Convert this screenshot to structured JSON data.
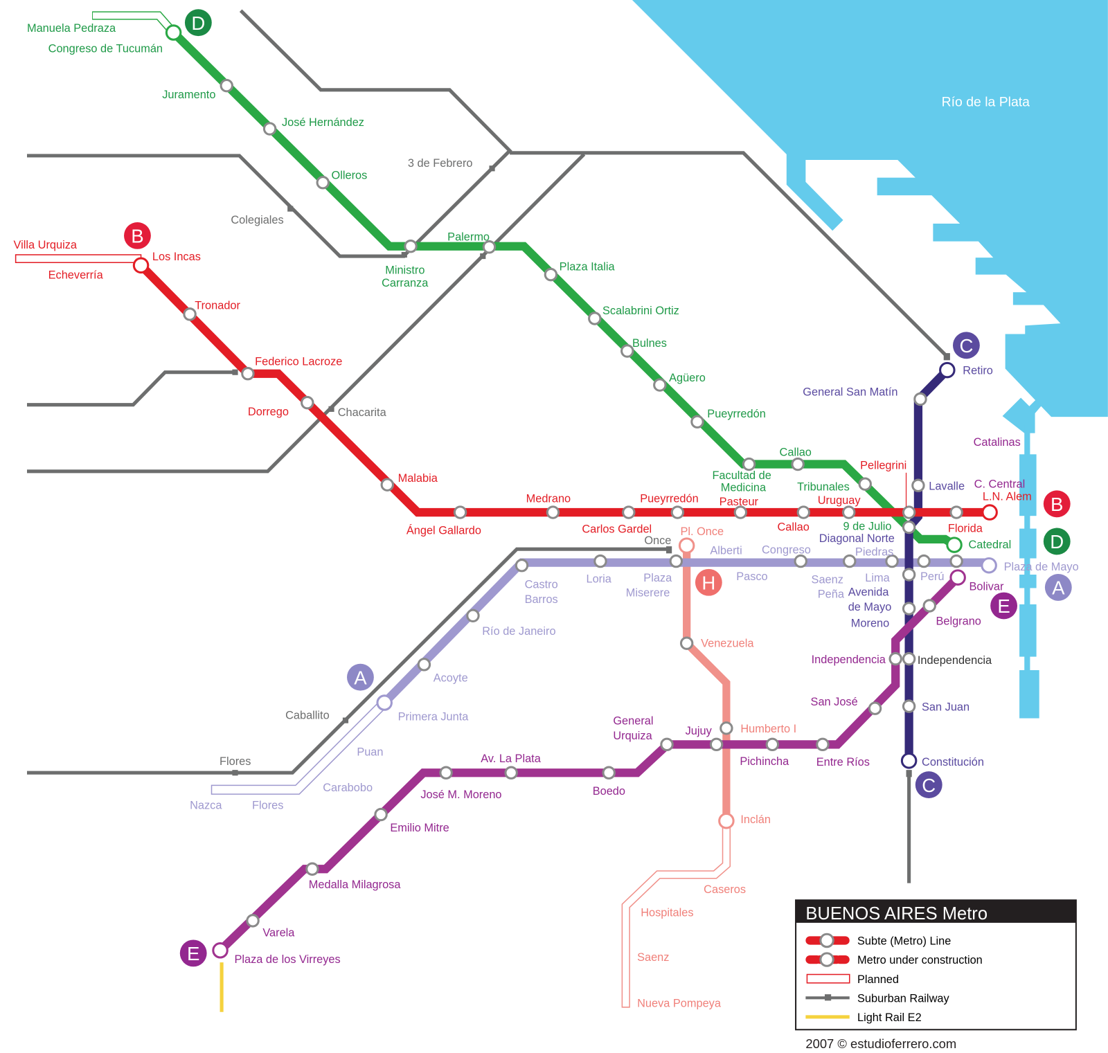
{
  "water_label": "Río de la Plata",
  "legend": {
    "title": "BUENOS AIRES Metro",
    "items": [
      "Subte (Metro) Line",
      "Metro under construction",
      "Planned",
      "Suburban Railway",
      "Light Rail E2"
    ]
  },
  "copyright": "2007 © estudioferrero.com",
  "colors": {
    "A": "#9f99cf",
    "B": "#e31d25",
    "C": "#352a78",
    "D": "#2aa845",
    "E": "#a0338f",
    "H": "#f0918a",
    "railway": "#6d6e6e",
    "lightrail": "#f5d23e",
    "water": "#64cbec"
  },
  "lines": {
    "A": {
      "badge": "A",
      "stations": [
        "Plaza de Mayo",
        "Perú",
        "Piedras",
        "Lima",
        [
          "Saenz",
          "Peña"
        ],
        "Congreso",
        "Pasco",
        "Alberti",
        [
          "Plaza",
          "Miserere"
        ],
        "Loria",
        [
          "Castro",
          "Barros"
        ],
        "Río de Janeiro",
        "Acoyte",
        "Primera Junta"
      ],
      "planned": [
        "Puan",
        "Carabobo",
        "Flores",
        "Nazca"
      ]
    },
    "B": {
      "badge": "B",
      "stations": [
        "Los Incas",
        "Tronador",
        "Federico Lacroze",
        "Dorrego",
        "Malabia",
        "Ángel Gallardo",
        "Medrano",
        "Carlos Gardel",
        "Pueyrredón",
        "Pasteur",
        "Callao",
        "Uruguay",
        "Pellegrini",
        "Florida",
        "L.N. Alem"
      ],
      "planned": [
        "Villa Urquiza",
        "Echeverría"
      ]
    },
    "C": {
      "badge": "C",
      "stations": [
        "Retiro",
        "General San Matín",
        "Lavalle",
        "Diagonal Norte",
        [
          "Avenida",
          "de Mayo"
        ],
        "Moreno",
        "Independencia",
        "San Juan",
        "Constitución"
      ]
    },
    "D": {
      "badge": "D",
      "stations": [
        "Congreso de Tucumán",
        "Juramento",
        "José Hernández",
        "Olleros",
        [
          "Ministro",
          "Carranza"
        ],
        "Palermo",
        "Plaza Italia",
        "Scalabrini Ortiz",
        "Bulnes",
        "Agüero",
        "Pueyrredón",
        [
          "Facultad de",
          "Medicina"
        ],
        "Callao",
        "Tribunales",
        "9 de Julio",
        "Catedral"
      ],
      "planned": [
        "Manuela Pedraza"
      ]
    },
    "E": {
      "badge": "E",
      "stations": [
        "Bolivar",
        "Belgrano",
        "Independencia",
        "San José",
        "Entre Ríos",
        "Pichincha",
        "Jujuy",
        [
          "General",
          "Urquiza"
        ],
        "Boedo",
        "Av. La Plata",
        "José M. Moreno",
        "Emilio Mitre",
        "Medalla Milagrosa",
        "Varela",
        "Plaza de los Virreyes"
      ],
      "planned": [
        "Catalinas",
        "C. Central"
      ]
    },
    "H": {
      "badge": "H",
      "stations": [
        "Pl. Once",
        "Venezuela",
        "Humberto I",
        "Inclán"
      ],
      "planned": [
        "Caseros",
        "Hospitales",
        "Saenz",
        "Nueva Pompeya"
      ]
    }
  },
  "railway_stations": [
    "3 de Febrero",
    "Colegiales",
    "Chacarita",
    "Once",
    "Caballito",
    "Flores"
  ]
}
